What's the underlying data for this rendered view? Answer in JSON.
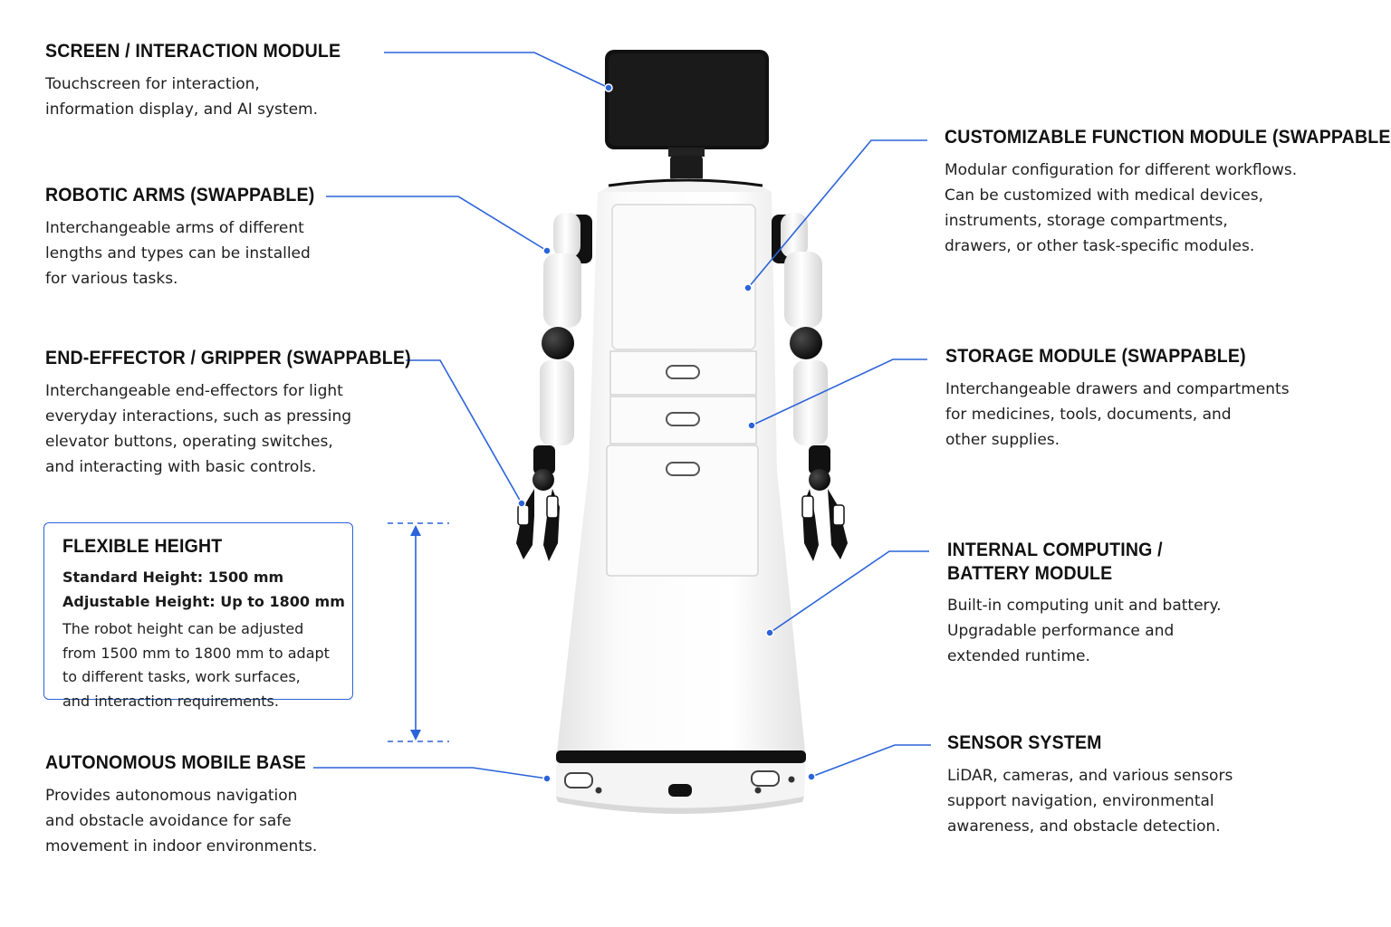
{
  "annotations": {
    "screen": {
      "title": "SCREEN / INTERACTION MODULE",
      "lines": [
        "Touchscreen for interaction,",
        "information display, and AI system."
      ]
    },
    "arms": {
      "title": "ROBOTIC ARMS (SWAPPABLE)",
      "lines": [
        "Interchangeable arms of different",
        "lengths and types can be installed",
        "for various tasks."
      ]
    },
    "gripper": {
      "title": "END-EFFECTOR / GRIPPER (SWAPPABLE)",
      "lines": [
        "Interchangeable end-effectors for light",
        "everyday interactions, such as pressing",
        "elevator buttons, operating switches,",
        "and interacting with basic controls."
      ]
    },
    "height": {
      "title": "FLEXIBLE HEIGHT",
      "standard": "Standard Height: 1500 mm",
      "adjustable": "Adjustable Height: Up to 1800 mm",
      "lines": [
        "The robot height can be adjusted",
        "from 1500 mm to 1800 mm to adapt",
        "to different tasks, work surfaces,",
        "and interaction requirements."
      ]
    },
    "base": {
      "title": "AUTONOMOUS MOBILE BASE",
      "lines": [
        "Provides autonomous navigation",
        "and obstacle avoidance for safe",
        "movement in indoor environments."
      ]
    },
    "function": {
      "title": "CUSTOMIZABLE FUNCTION MODULE (SWAPPABLE)",
      "lines": [
        "Modular configuration for different workflows.",
        "Can be customized with medical devices,",
        "instruments, storage compartments,",
        "drawers, or other task-specific modules."
      ]
    },
    "storage": {
      "title": "STORAGE MODULE (SWAPPABLE)",
      "lines": [
        "Interchangeable drawers and compartments",
        "for medicines, tools, documents, and",
        "other supplies."
      ]
    },
    "computing": {
      "title_line1": "INTERNAL COMPUTING /",
      "title_line2": "BATTERY MODULE",
      "lines": [
        "Built-in computing unit and battery.",
        "Upgradable performance and",
        "extended runtime."
      ]
    },
    "sensor": {
      "title": "SENSOR SYSTEM",
      "lines": [
        "LiDAR, cameras, and various sensors",
        "support navigation, environmental",
        "awareness, and obstacle detection."
      ]
    }
  },
  "colors": {
    "accent": "#2b63d9",
    "robot_body": "#f7f7f7",
    "robot_dark": "#111111",
    "text": "#1a1a1a"
  }
}
